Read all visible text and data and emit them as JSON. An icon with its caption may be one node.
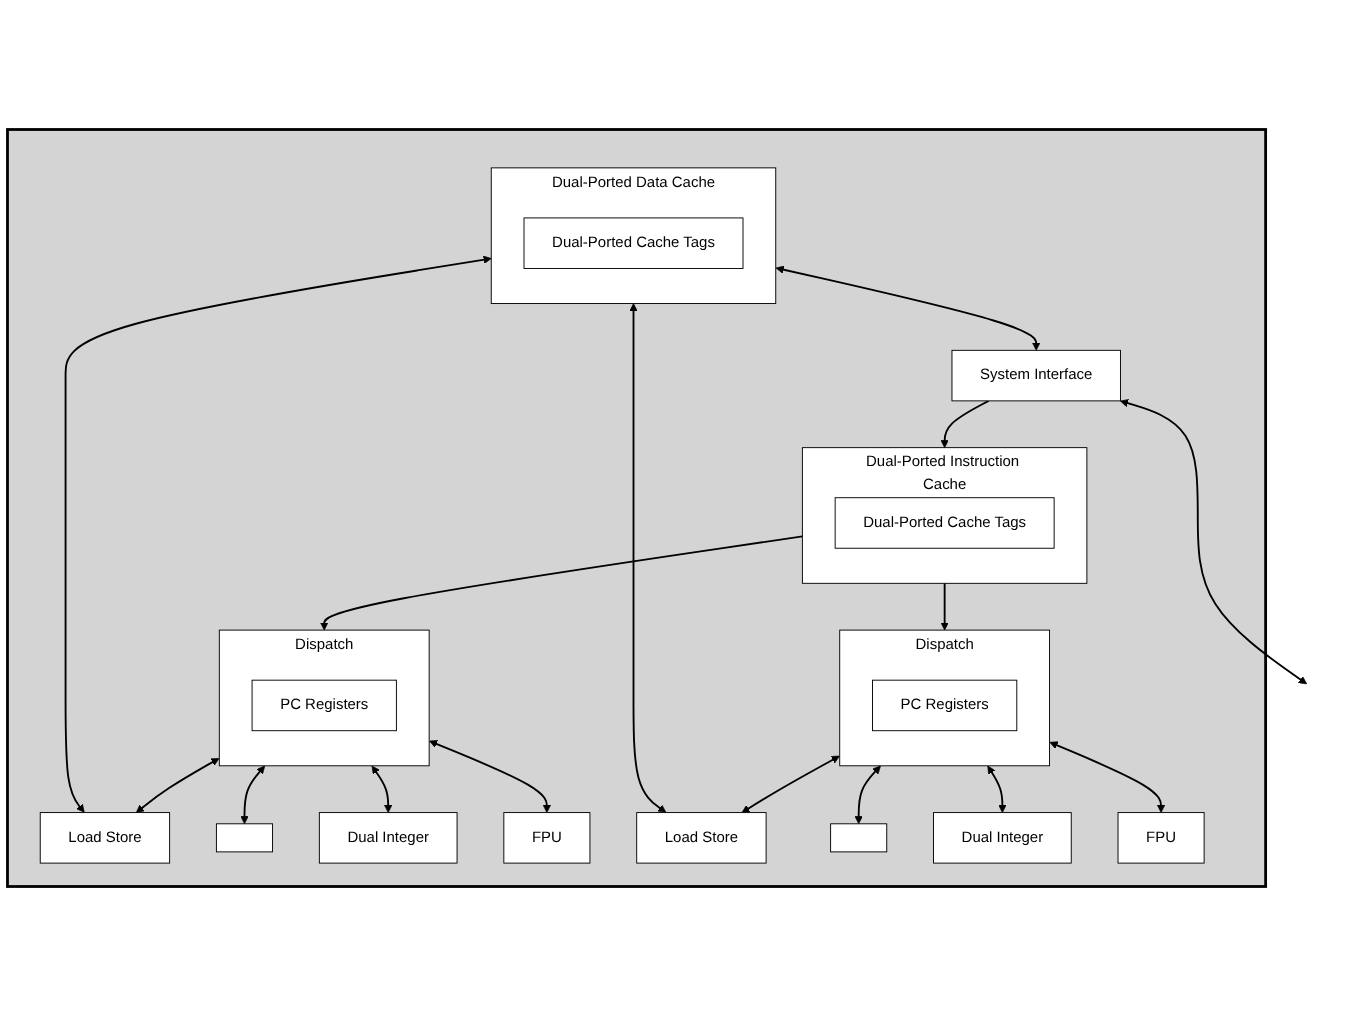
{
  "diagram": {
    "nodes": [
      {
        "text": [],
        "shape": "box"
      },
      {
        "text": [
          "Dual-Ported Instruction Cache"
        ],
        "in": 0
      },
      {
        "text": [
          "Dual-Ported Cache Tags"
        ],
        "in": 1
      },
      {
        "text": [
          "Dispatch"
        ],
        "in": 0
      },
      {
        "text": [
          "PC Registers"
        ],
        "in": 3
      },
      {
        "text": [
          "Dispatch"
        ],
        "in": 0
      },
      {
        "text": [
          "PC Registers"
        ],
        "in": 5
      },
      {
        "text": [
          "Load Store"
        ],
        "in": 0
      },
      {
        "text": [],
        "shape": "box",
        "in": 0
      },
      {
        "text": [
          "Dual Integer"
        ],
        "in": 0
      },
      {
        "text": [
          "FPU"
        ],
        "in": 0
      },
      {
        "text": [
          "Load Store"
        ],
        "in": 0
      },
      {
        "text": [],
        "shape": "box",
        "in": 0
      },
      {
        "text": [
          "Dual Integer"
        ],
        "in": 0
      },
      {
        "text": [
          "FPU"
        ],
        "in": 0
      },
      {
        "text": [
          "Dual-Ported Data Cache"
        ],
        "in": 0
      },
      {
        "text": [
          "Dual-Ported Cache Tags"
        ],
        "in": 15
      },
      {
        "text": [
          "System Interface"
        ],
        "in": 0
      }
    ],
    "edges": [
      {
        "from": 1,
        "to": 3,
        "arrow": "to"
      },
      {
        "from": 1,
        "to": 5,
        "arrow": "to"
      },
      {
        "from": 3,
        "to": 7,
        "arrow": "both"
      },
      {
        "from": 3,
        "to": 8,
        "arrow": "both"
      },
      {
        "from": 3,
        "to": 9,
        "arrow": "both"
      },
      {
        "from": 3,
        "to": 10,
        "arrow": "both"
      },
      {
        "from": 5,
        "to": 11,
        "arrow": "both"
      },
      {
        "from": 5,
        "to": 12,
        "arrow": "both"
      },
      {
        "from": 5,
        "to": 13,
        "arrow": "both"
      },
      {
        "from": 5,
        "to": 14,
        "arrow": "both"
      },
      {
        "from": 7,
        "to": 15,
        "arrow": "both"
      },
      {
        "from": 11,
        "to": 15,
        "arrow": "both"
      },
      {
        "from": 15,
        "to": 17,
        "arrow": "both"
      },
      {
        "from": 17,
        "to": 1,
        "arrow": "to"
      },
      {
        "from": 17,
        "to": null,
        "arrow": "both"
      }
    ]
  }
}
